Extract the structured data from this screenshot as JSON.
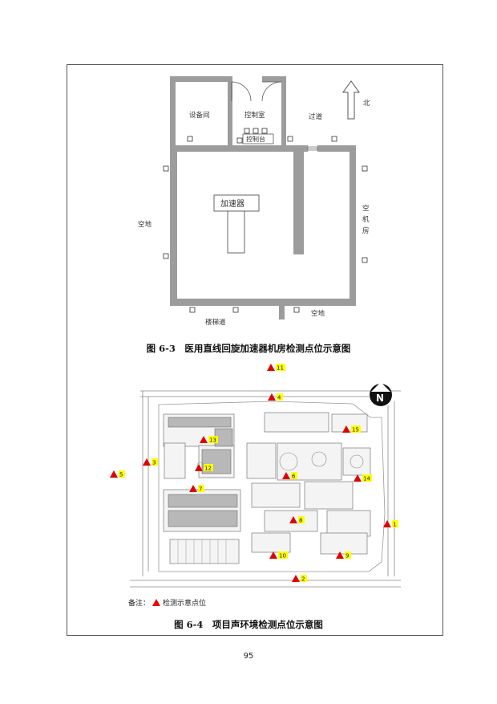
{
  "fig63": {
    "caption": "图 6-3　医用直线回旋加速器机房检测点位示意图",
    "labels": {
      "equipment_room": "设备间",
      "control_room": "控制室",
      "corridor": "过道",
      "north": "北",
      "console": "控制台",
      "accelerator": "加速器",
      "open_space_left": "空地",
      "ac_room": [
        "空",
        "机",
        "房"
      ],
      "stairway": "楼梯道",
      "open_space_bottom": "空地"
    }
  },
  "fig64": {
    "caption": "图 6-4　项目声环境检测点位示意图",
    "note_prefix": "备注：",
    "note_text": "检测示意点位",
    "north_letter": "N",
    "markers": [
      "11",
      "4",
      "15",
      "13",
      "3",
      "12",
      "5",
      "6",
      "14",
      "7",
      "8",
      "1",
      "10",
      "9",
      "2"
    ]
  },
  "colors": {
    "marker": "#e00000",
    "marker_label_bg": "#ffff00",
    "wall_fill": "#9c9c9c"
  },
  "page_number": "95"
}
